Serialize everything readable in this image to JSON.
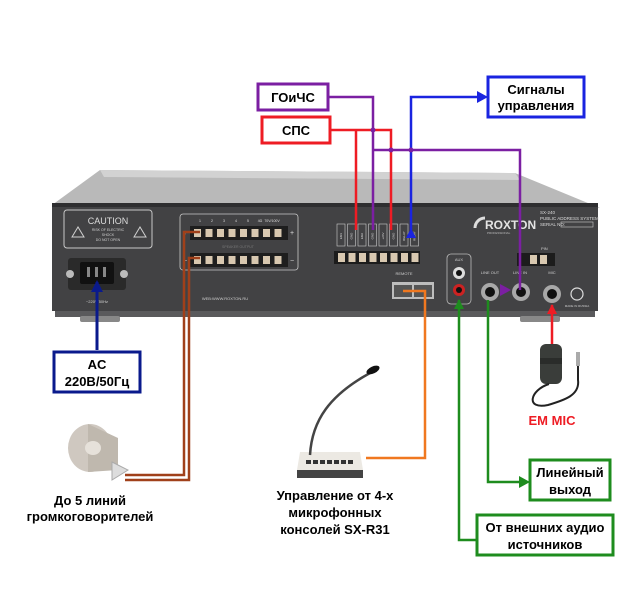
{
  "labels": {
    "goichs": "ГОиЧС",
    "sps": "СПС",
    "control_signals_1": "Сигналы",
    "control_signals_2": "управления",
    "ac_1": "AC",
    "ac_2": "220В/50Гц",
    "speakers_1": "До 5 линий",
    "speakers_2": "громкоговорителей",
    "console_1": "Управление от 4-х",
    "console_2": "микрофонных",
    "console_3": "консолей SX-R31",
    "em_mic": "EM MIC",
    "line_out_1": "Линейный",
    "line_out_2": "выход",
    "ext_audio_1": "От внешних аудио",
    "ext_audio_2": "источников"
  },
  "device": {
    "caution_title": "CAUTION",
    "caution_line1": "RISK OF ELECTRIC",
    "caution_line2": "SHOCK",
    "caution_line3": "DO NOT OPEN",
    "power_label": "~220V/50Hz",
    "web": "WEB:WWW.ROXTON.RU",
    "speaker_output": "SPEAKER OUTPUT",
    "speaker_channels": [
      "1",
      "2",
      "3",
      "4",
      "5",
      "4Ω",
      "70V/100V"
    ],
    "brand": "ROXTON",
    "brand_sub": "PROFESSIONAL",
    "model": "SX-240",
    "model_desc": "PUBLIC ADDRESS SYSTEM",
    "serial": "SERIAL NO:",
    "remote": "REMOTE",
    "aux": "AUX",
    "line_out": "LINE OUT",
    "line_in": "LINE IN",
    "mic": "MIC",
    "pin": "PIN",
    "made_in": "MADE IN RUSSIA",
    "terminal_labels": [
      "EM1",
      "GND",
      "EM2",
      "GND",
      "+24V",
      "GND",
      "RELAY",
      "RELAY"
    ]
  },
  "colors": {
    "red": "#ee1c24",
    "purple": "#7b1fa2",
    "blue": "#1a24e0",
    "navy": "#0a1a8c",
    "green": "#1e8c1e",
    "orange": "#f07820",
    "brown": "#a0401a"
  }
}
